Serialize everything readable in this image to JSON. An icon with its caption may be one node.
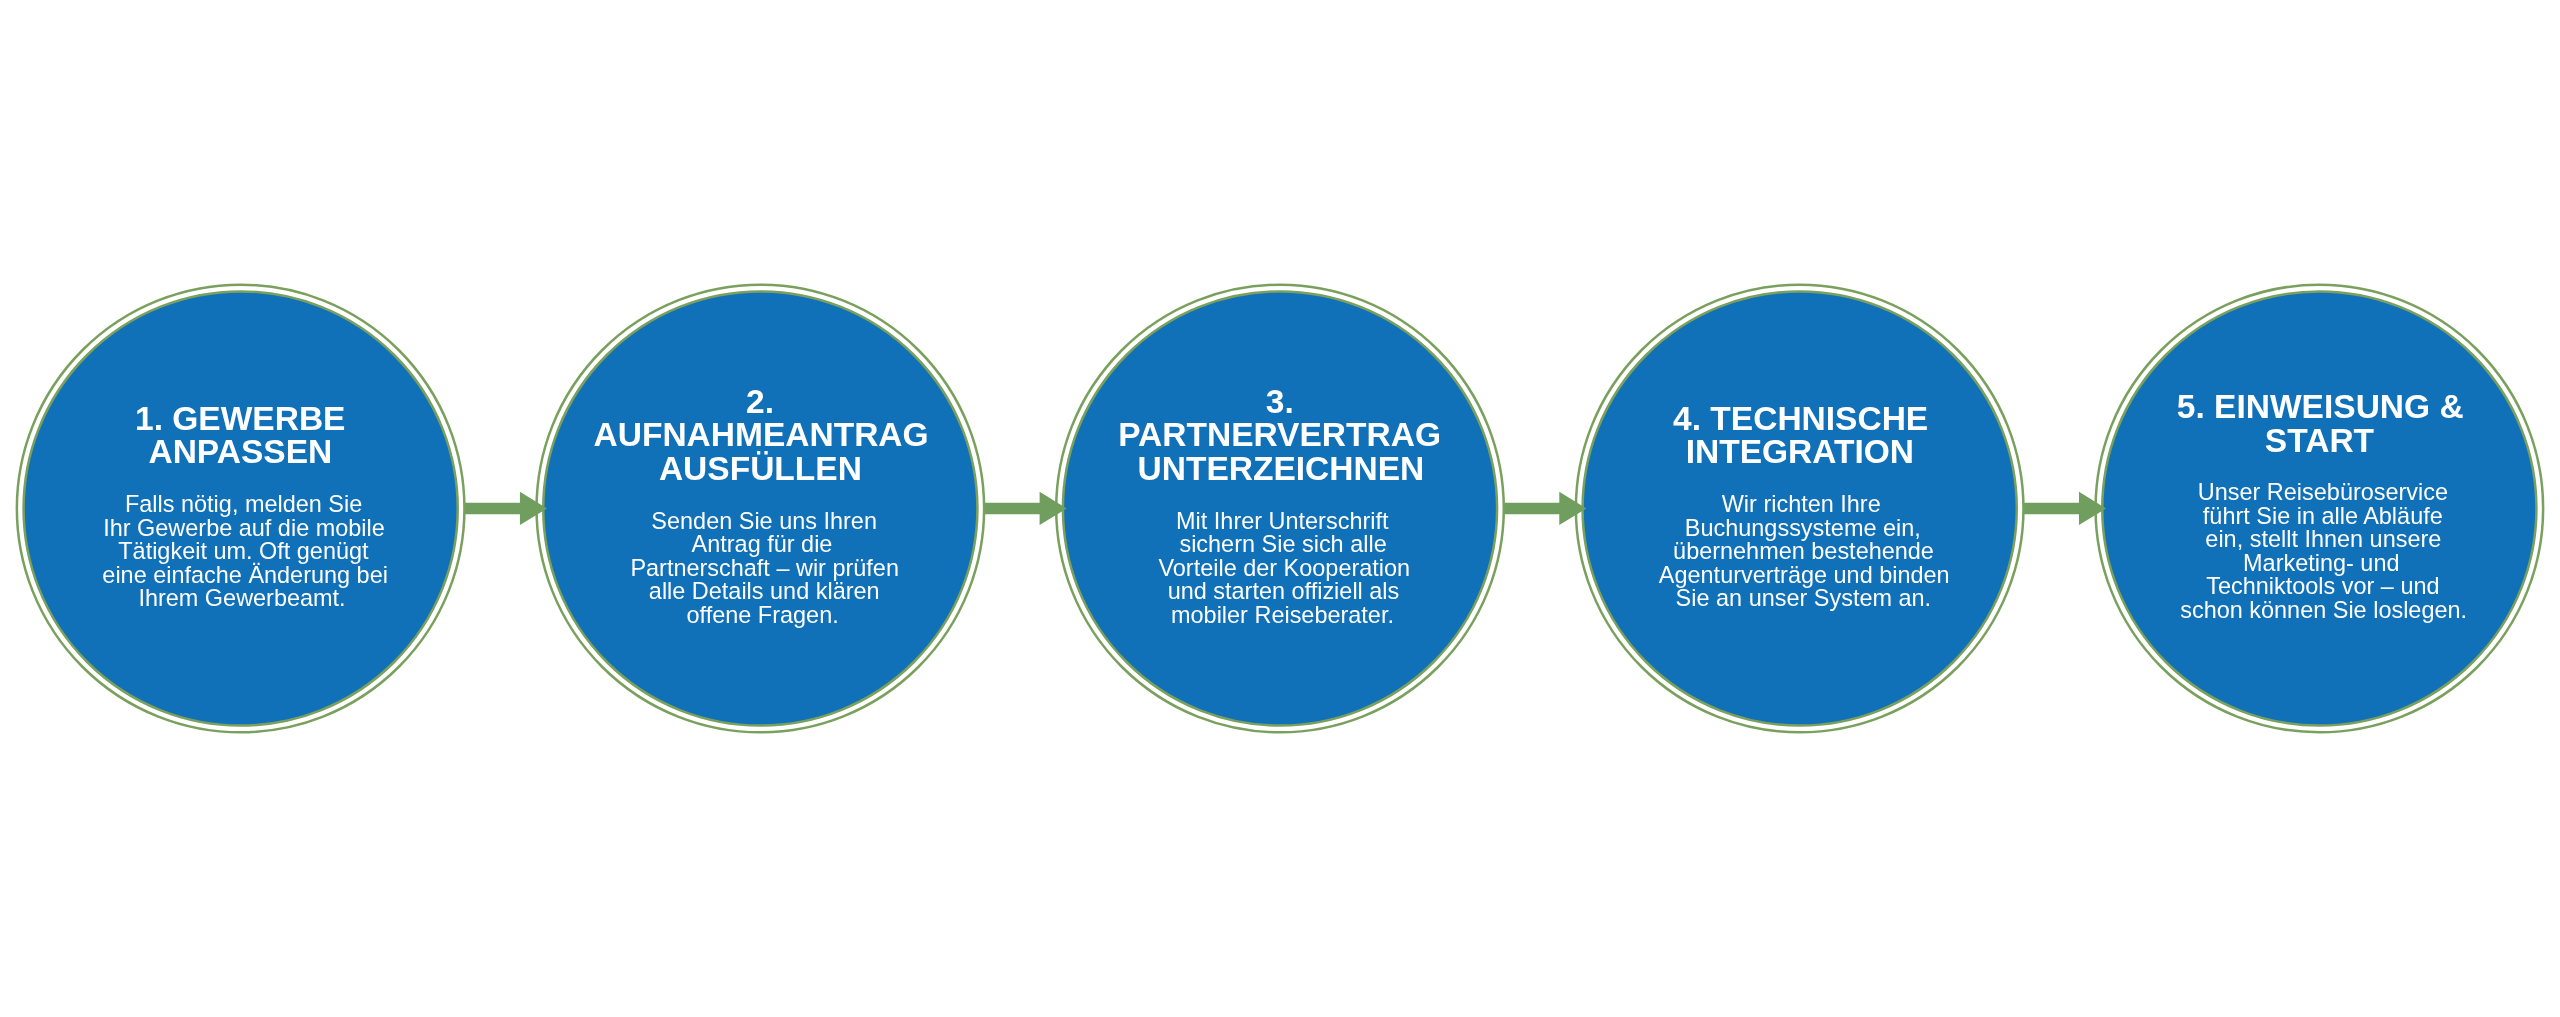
{
  "diagram": {
    "nodes": [
      {
        "text": [
          "1. GEWERBE ANPASSEN",
          "Falls nötig, melden Sie Ihr Gewerbe auf die mobile Tätigkeit um. Oft genügt eine einfache Änderung bei Ihrem Gewerbeamt."
        ]
      },
      {
        "text": [
          "2. AUFNAHMEANTRAG AUSFÜLLEN",
          "Senden Sie uns Ihren Antrag für die Partnerschaft – wir prüfen alle Details und klären offene Fragen."
        ]
      },
      {
        "text": [
          "3. PARTNERVERTRAG UNTERZEICHNEN",
          "Mit Ihrer Unterschrift sichern Sie sich alle Vorteile der Kooperation und starten offiziell als mobiler Reiseberater."
        ]
      },
      {
        "text": [
          "4. TECHNISCHE INTEGRATION",
          "Wir richten Ihre Buchungssysteme ein, übernehmen bestehende Agenturverträge und binden Sie an unser System an."
        ]
      },
      {
        "text": [
          "5. EINWEISUNG & START",
          "Unser Reisebüroservice führt Sie in alle Abläufe ein, stellt Ihnen unsere Marketing- und Techniktools vor – und schon können Sie loslegen."
        ]
      }
    ],
    "edges": [
      {
        "from": 0,
        "to": 1,
        "arrow": "to"
      },
      {
        "from": 1,
        "to": 2,
        "arrow": "to"
      },
      {
        "from": 2,
        "to": 3,
        "arrow": "to"
      },
      {
        "from": 3,
        "to": 4,
        "arrow": "to"
      }
    ]
  }
}
